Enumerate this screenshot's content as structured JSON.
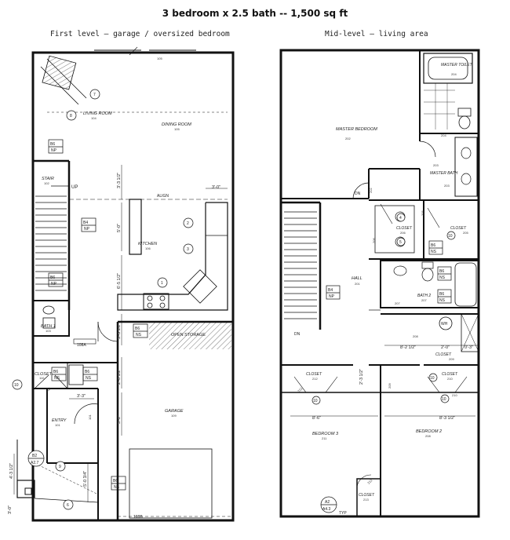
{
  "title": "3 bedroom x 2.5 bath -- 1,500 sq ft",
  "levels": {
    "first": {
      "label": "First level – garage / oversized bedroom",
      "rooms": {
        "living_room": {
          "name": "LIVING ROOM",
          "num": "104"
        },
        "dining_room": {
          "name": "DINING ROOM",
          "num": "105"
        },
        "stair": {
          "name": "STAIR",
          "num": "102"
        },
        "kitchen": {
          "name": "KITCHEN",
          "num": "106"
        },
        "bath1": {
          "name": "BATH 1",
          "num": "103"
        },
        "open_storage": {
          "name": "OPEN STORAGE"
        },
        "closet": {
          "name": "CLOSET",
          "num": "110"
        },
        "garage": {
          "name": "GARAGE",
          "num": "109"
        },
        "entry": {
          "name": "ENTRY",
          "num": "101"
        }
      },
      "marks": {
        "up": "UP",
        "align": "ALIGN",
        "door_105": "105",
        "door_108a": "108A",
        "door_108b": "108B",
        "door_101": "101",
        "door_102": "102"
      },
      "dims": {
        "d1": "3'-3 1/2\"",
        "d2": "3'-0\"",
        "d3": "5'-0\"",
        "d4": "6'-5 1/2\"",
        "d5": "5'-3 1/2\"",
        "d6": "2'-8 1/2\"",
        "d7": "3'-3\"",
        "d8": "5'-2\"",
        "d9": "4'-3 1/2\"",
        "d10": "5'-0 3/4\"",
        "d11": "3'-0\""
      },
      "tags": {
        "t1": {
          "top": "B6",
          "bottom": "NP"
        },
        "t2": {
          "top": "B4",
          "bottom": "NP"
        },
        "t3": {
          "top": "B6",
          "bottom": "NP"
        },
        "t4": {
          "top": "B6",
          "bottom": "NS"
        },
        "t5": {
          "top": "B6",
          "bottom": "NS"
        },
        "t6": {
          "top": "B6",
          "bottom": "NS"
        },
        "t7": {
          "top": "B6",
          "bottom": "NS"
        }
      },
      "callouts": {
        "c7": "7",
        "c8": "8",
        "c2": "2",
        "c3": "3",
        "c1": "1",
        "c10": "10",
        "c9": "9",
        "c6": "6"
      },
      "section": {
        "top": "B2",
        "bottom": "A2.7"
      }
    },
    "mid": {
      "label": "Mid-level – living area",
      "rooms": {
        "master_bedroom": {
          "name": "MASTER BEDROOM",
          "num": "202"
        },
        "master_toilet": {
          "name": "MASTER TOILET",
          "num": "204"
        },
        "master_bath": {
          "name": "MASTER BATH",
          "num": "203"
        },
        "closet_205": {
          "name": "CLOSET",
          "num": "205"
        },
        "closet_206": {
          "name": "CLOSET",
          "num": "206"
        },
        "hall": {
          "name": "HALL",
          "num": "201"
        },
        "bath2": {
          "name": "BATH 2",
          "num": "207"
        },
        "closet_209": {
          "name": "CLOSET",
          "num": "209"
        },
        "closet_210": {
          "name": "CLOSET",
          "num": "210"
        },
        "closet_212": {
          "name": "CLOSET",
          "num": "212"
        },
        "bedroom3": {
          "name": "BEDROOM 3",
          "num": "211"
        },
        "bedroom2": {
          "name": "BEDROOM 2",
          "num": "208"
        },
        "closet_213": {
          "name": "CLOSET",
          "num": "213"
        }
      },
      "marks": {
        "dn_stair": "DN",
        "dn_hall": "DN",
        "wh": "WH",
        "door_204": "204",
        "door_203": "203",
        "door_202": "202",
        "door_205": "205",
        "door_206": "206",
        "door_207": "207",
        "door_208": "208",
        "door_209": "209",
        "door_210": "210",
        "door_212": "212",
        "door_213": "213"
      },
      "dims": {
        "d1": "8'-2 1/2\"",
        "d2": "2'-0\"",
        "d3": "0'-3\"",
        "d4": "2'-3 1/2\"",
        "d5": "8'-6\"",
        "d6": "8'-3 1/2\""
      },
      "tags": {
        "t1": {
          "top": "B6",
          "bottom": "NS"
        },
        "t2": {
          "top": "B6",
          "bottom": "NS"
        },
        "t3": {
          "top": "B4",
          "bottom": "NP"
        },
        "t4": {
          "top": "B6",
          "bottom": "NS"
        }
      },
      "callouts": {
        "c4": "4",
        "c5": "5",
        "c10a": "10",
        "c10b": "10",
        "c10c": "10",
        "c10d": "10"
      },
      "section": {
        "top": "A2",
        "bottom": "A4.3",
        "note": "TYP"
      }
    }
  }
}
